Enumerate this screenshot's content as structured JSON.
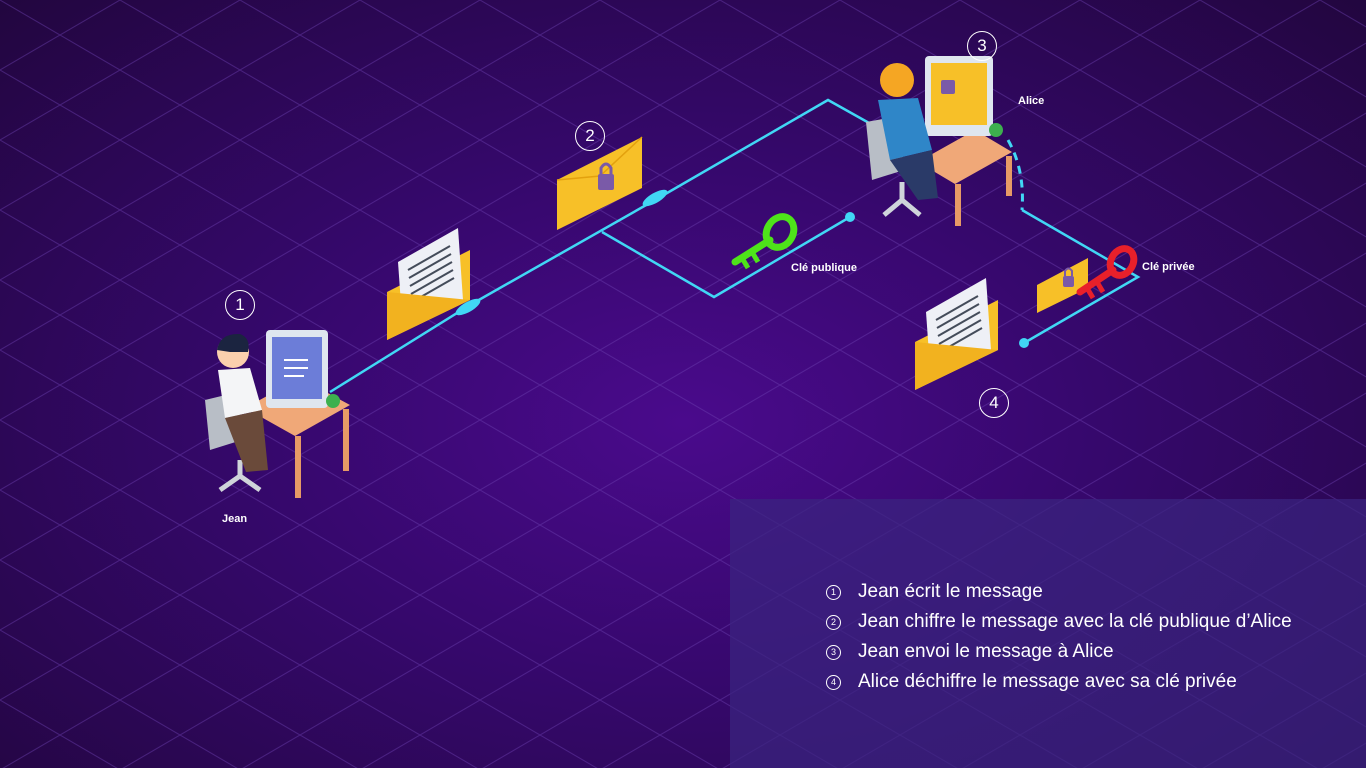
{
  "actors": {
    "jean": "Jean",
    "alice": "Alice"
  },
  "keys": {
    "public": "Clé publique",
    "private": "Clé privée"
  },
  "step_numbers": [
    "1",
    "2",
    "3",
    "4"
  ],
  "legend": [
    {
      "num": "1",
      "text": "Jean écrit le message"
    },
    {
      "num": "2",
      "text": "Jean chiffre le message avec la clé publique d’Alice"
    },
    {
      "num": "3",
      "text": "Jean envoi le message à Alice"
    },
    {
      "num": "4",
      "text": "Alice déchiffre le message avec sa clé privée"
    }
  ],
  "colors": {
    "background": "#35086b",
    "line": "#41d7f5",
    "envelope": "#f7c028",
    "public_key": "#4ee31a",
    "private_key": "#e8202a",
    "legend_panel": "#3a2480"
  },
  "icons": [
    "computer-icon",
    "envelope-icon",
    "padlock-icon",
    "key-icon"
  ]
}
